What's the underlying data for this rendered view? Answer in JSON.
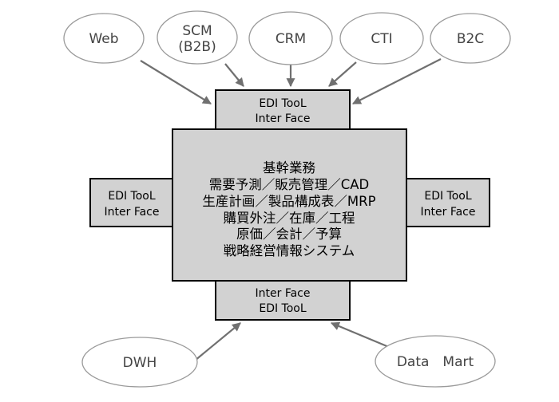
{
  "external_systems": {
    "web": "Web",
    "scm_line1": "SCM",
    "scm_line2": "(B2B)",
    "crm": "CRM",
    "cti": "CTI",
    "b2c": "B2C",
    "dwh": "DWH",
    "data_mart": "Data　Mart"
  },
  "interfaces": {
    "top": {
      "line1": "EDI ToοL",
      "line2": "Inter Face"
    },
    "left": {
      "line1": "EDI ToοL",
      "line2": "Inter Face"
    },
    "right": {
      "line1": "EDI ToοL",
      "line2": "Inter Face"
    },
    "bottom": {
      "line1": "Inter Face",
      "line2": "EDI ToοL"
    }
  },
  "core": {
    "lines": [
      "基幹業務",
      "需要予測／販売管理／CAD",
      "生産計画／製品構成表／MRP",
      "購買外注／在庫／工程",
      "原価／会計／予算",
      "戦略経営情報システム"
    ]
  },
  "colors": {
    "box_fill": "#d2d2d2",
    "ellipse_stroke": "#9a9a9a",
    "arrow": "#707070"
  }
}
